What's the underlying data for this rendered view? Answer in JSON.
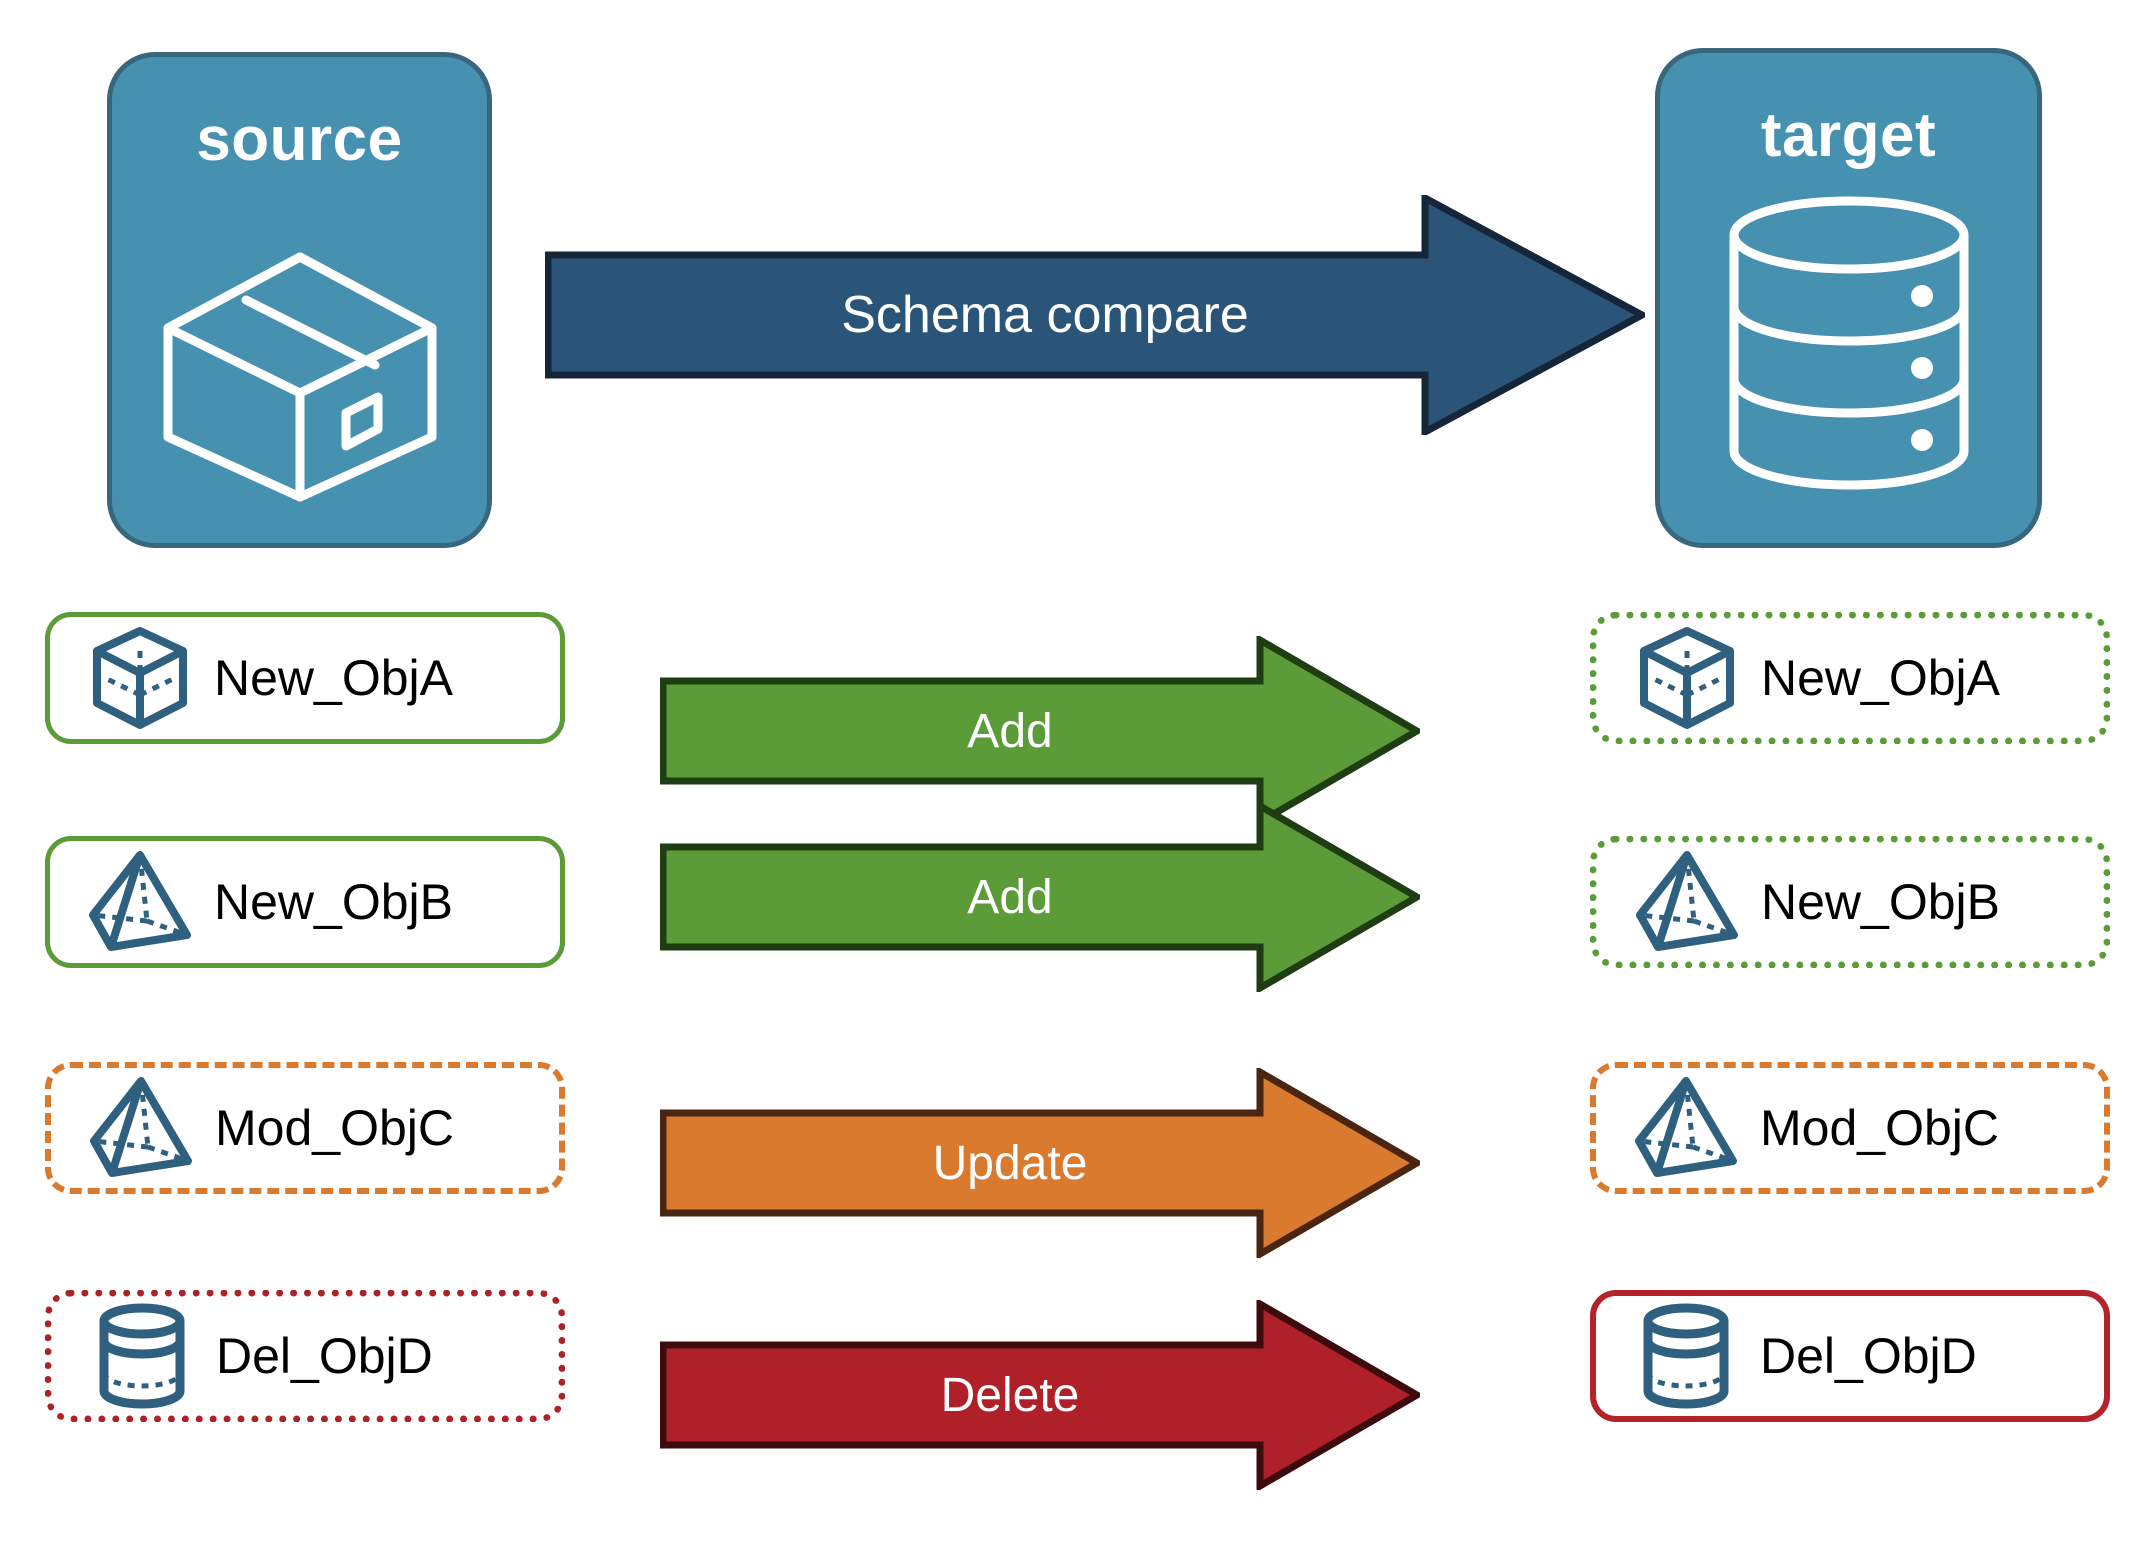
{
  "diagram": {
    "title": "Schema compare between source and target",
    "background": "#ffffff"
  },
  "endpoints": [
    {
      "id": "source",
      "label": "source",
      "icon": "package-box-icon",
      "fill": "#4690b0",
      "border": "#37667d"
    },
    {
      "id": "target",
      "label": "target",
      "icon": "database-cylinder-icon",
      "fill": "#4690b0",
      "border": "#37667d"
    }
  ],
  "main_arrow": {
    "label": "Schema compare",
    "fill": "#2a5578",
    "stroke": "#16263a",
    "direction": "right"
  },
  "rows": [
    {
      "source": {
        "label": "New_ObjA",
        "icon": "wireframe-cube-icon",
        "border_style": "solid",
        "border_color": "#5b9b38"
      },
      "arrow": {
        "label": "Add",
        "fill": "#5b9b38",
        "stroke": "#1f3d12"
      },
      "target": {
        "label": "New_ObjA",
        "icon": "wireframe-cube-icon",
        "border_style": "dotted",
        "border_color": "#5b9b38"
      }
    },
    {
      "source": {
        "label": "New_ObjB",
        "icon": "wireframe-pyramid-icon",
        "border_style": "solid",
        "border_color": "#5b9b38"
      },
      "arrow": {
        "label": "Add",
        "fill": "#5b9b38",
        "stroke": "#1f3d12"
      },
      "target": {
        "label": "New_ObjB",
        "icon": "wireframe-pyramid-icon",
        "border_style": "dotted",
        "border_color": "#5b9b38"
      }
    },
    {
      "source": {
        "label": "Mod_ObjC",
        "icon": "wireframe-pyramid-icon",
        "border_style": "dashed",
        "border_color": "#da7a2f"
      },
      "arrow": {
        "label": "Update",
        "fill": "#da7a2f",
        "stroke": "#4a2512"
      },
      "target": {
        "label": "Mod_ObjC",
        "icon": "wireframe-pyramid-icon",
        "border_style": "dashed",
        "border_color": "#da7a2f"
      }
    },
    {
      "source": {
        "label": "Del_ObjD",
        "icon": "wireframe-cylinder-icon",
        "border_style": "dotted",
        "border_color": "#ad2227"
      },
      "arrow": {
        "label": "Delete",
        "fill": "#b02028",
        "stroke": "#3d0b0b"
      },
      "target": {
        "label": "Del_ObjD",
        "icon": "wireframe-cylinder-icon",
        "border_style": "solid",
        "border_color": "#b4232a"
      }
    }
  ],
  "palette": {
    "panel_fill": "#4690b0",
    "panel_stroke": "#37667d",
    "icon_blue": "#30607f",
    "add_green": "#5b9b38",
    "update_orange": "#da7a2f",
    "delete_red": "#b02028",
    "compare_blue": "#2a5578",
    "text_black": "#000000",
    "text_white": "#ffffff"
  }
}
